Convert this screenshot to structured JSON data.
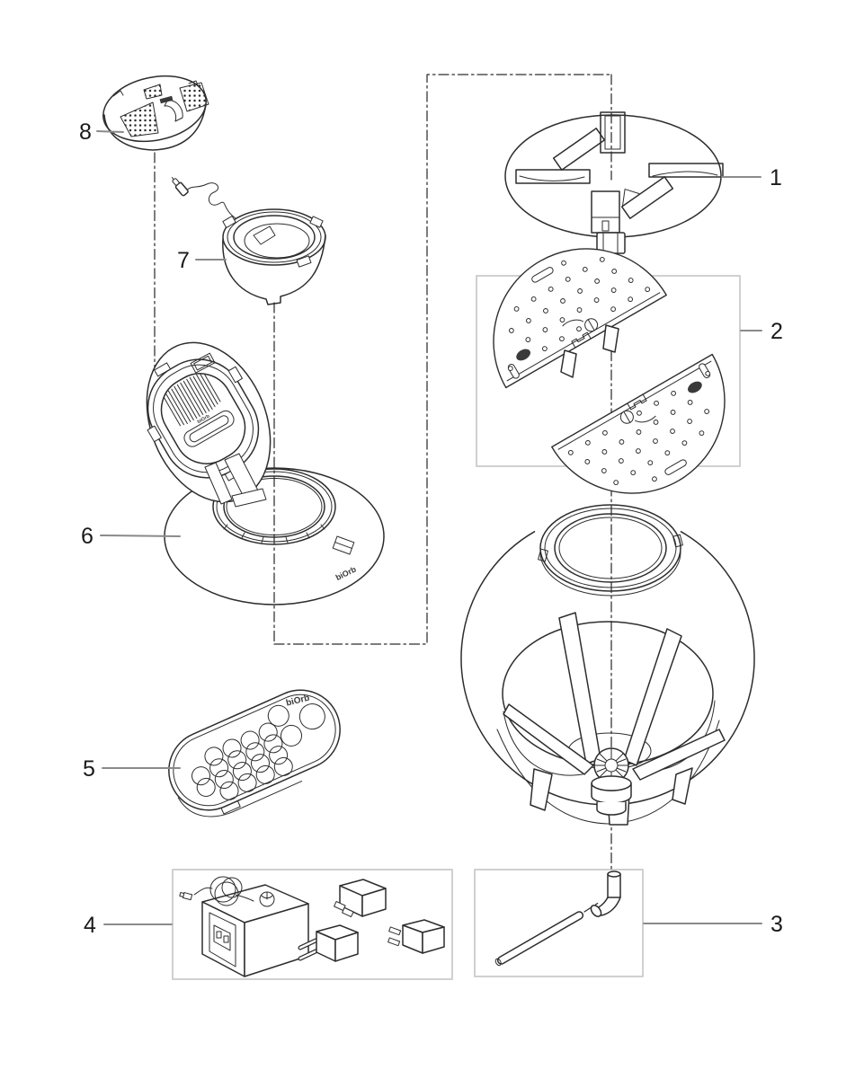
{
  "figure": {
    "brand_logo": "biOrb",
    "part_labels": {
      "1": "1",
      "2": "2",
      "3": "3",
      "4": "4",
      "5": "5",
      "6": "6",
      "7": "7",
      "8": "8"
    },
    "colors": {
      "background": "#ffffff",
      "line": "#2d2d2d",
      "box_border": "#d0d0d0",
      "leader": "#8a8a8a",
      "label_text": "#1a1a1a"
    }
  }
}
